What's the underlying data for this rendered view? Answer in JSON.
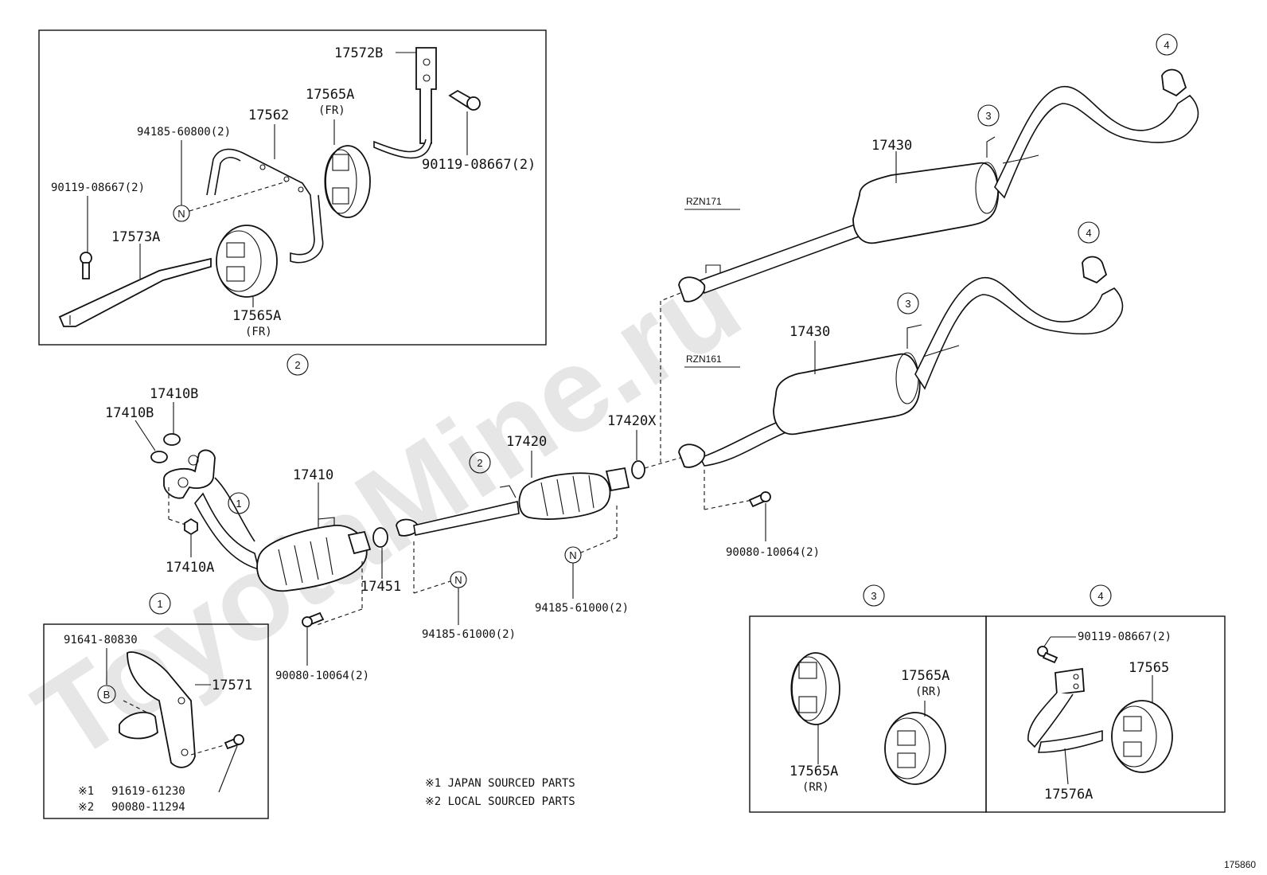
{
  "watermark": "ToyotaMine.ru",
  "figure_id": "175860",
  "labels": {
    "p17572B": "17572B",
    "p17565A_top": "17565A",
    "p_fr_top": "(FR)",
    "p17562": "17562",
    "p94185_60800": "94185-60800(2)",
    "p90119_right": "90119-08667(2)",
    "p90119_left": "90119-08667(2)",
    "p17573A": "17573A",
    "p17565A_mid": "17565A",
    "p_fr_mid": "(FR)",
    "p17430_top": "17430",
    "rzn171": "RZN171",
    "p17430_bot": "17430",
    "rzn161": "RZN161",
    "p17410B_a": "17410B",
    "p17410B_b": "17410B",
    "p17410": "17410",
    "p17410A": "17410A",
    "p17420": "17420",
    "p17420X": "17420X",
    "p17451": "17451",
    "p94185_61000_a": "94185-61000(2)",
    "p94185_61000_b": "94185-61000(2)",
    "p90080_10064_a": "90080-10064(2)",
    "p90080_10064_b": "90080-10064(2)",
    "p91641_80830": "91641-80830",
    "p17571": "17571",
    "note_mark1": "※1",
    "note_mark2": "※2",
    "p91619_61230": "91619-61230",
    "p90080_11294": "90080-11294",
    "note1": "※1 JAPAN SOURCED PARTS",
    "note2": "※2 LOCAL SOURCED PARTS",
    "p17565A_rr_left": "17565A",
    "p_rr_left": "(RR)",
    "p17565A_rr_right": "17565A",
    "p_rr_right": "(RR)",
    "p90119_box4": "90119-08667(2)",
    "p17565": "17565",
    "p17576A": "17576A"
  },
  "callouts": {
    "c1_a": "1",
    "c1_b": "1",
    "c2_a": "2",
    "c2_b": "2",
    "c3_a": "3",
    "c3_b": "3",
    "c3_c": "3",
    "c4_a": "4",
    "c4_b": "4",
    "c4_c": "4",
    "n1": "N",
    "n2": "N",
    "n3": "N",
    "b1": "B"
  }
}
